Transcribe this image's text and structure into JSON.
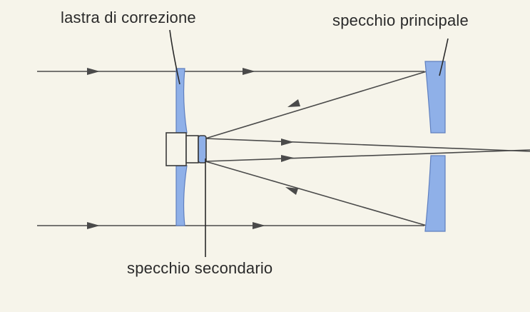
{
  "labels": {
    "corrector_plate": "lastra di correzione",
    "primary_mirror": "specchio principale",
    "secondary_mirror": "specchio secondario"
  },
  "colors": {
    "background": "#f6f4ea",
    "optics_fill": "#8fb0e8",
    "optics_stroke": "#5f7fbf",
    "ray": "#4a4a4a",
    "text": "#2a2a2a"
  }
}
